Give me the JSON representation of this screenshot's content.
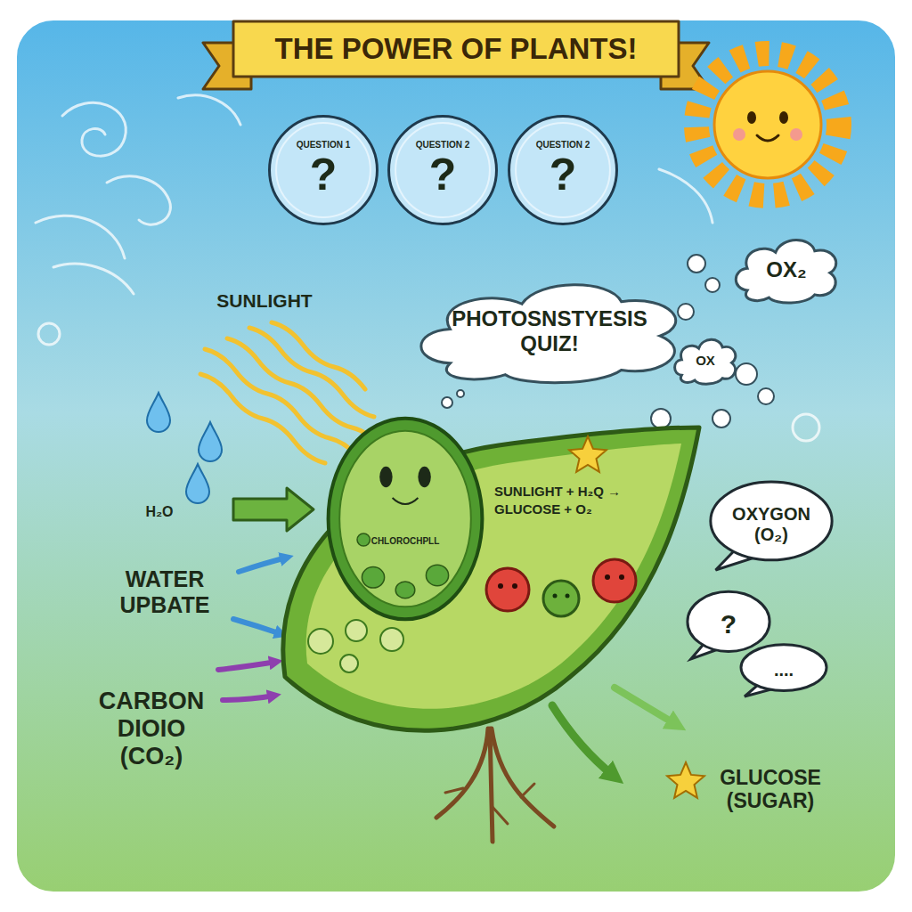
{
  "diagram": {
    "title": "THE POWER OF PLANTS!",
    "nodes": [
      {
        "text": [
          "QUESTION 1",
          "?"
        ]
      },
      {
        "text": [
          "QUESTION 2",
          "?"
        ]
      },
      {
        "text": [
          "QUESTION 2",
          "?"
        ]
      },
      {
        "text": [
          "PHOTOSNSTYESIS QUIZ!"
        ]
      },
      {
        "text": [
          "OX₂"
        ]
      },
      {
        "text": [
          "OX"
        ]
      },
      {
        "text": [
          "SUNLIGHT + H₂Q → GLUCOSE + O₂"
        ]
      },
      {
        "text": [
          "CHLOROCHPLL"
        ],
        "in": 6
      },
      {
        "text": [
          "OXYGON (O₂)"
        ]
      },
      {
        "text": [
          "?"
        ]
      },
      {
        "text": [
          "...."
        ]
      }
    ],
    "labels": [
      "SUNLIGHT",
      "H₂O",
      "WATER UPBATE",
      "CARBON DIOIO (CO₂)",
      "GLUCOSE (SUGAR)"
    ]
  }
}
